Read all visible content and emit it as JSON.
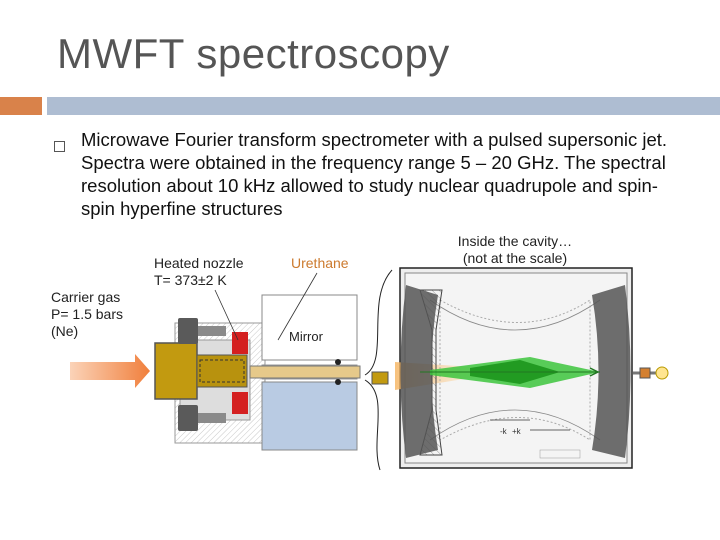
{
  "slide": {
    "title": "MWFT spectroscopy",
    "bullet": "Microwave Fourier transform spectrometer with a pulsed supersonic jet. Spectra were obtained in the frequency range 5 – 20 GHz. The spectral resolution about 10 kHz allowed to study nuclear quadrupole and spin-spin hyperfine structures"
  },
  "diagram": {
    "carrier_gas": "Carrier gas\nP= 1.5 bars\n(Ne)",
    "nozzle": "Heated nozzle\nT= 373±2 K",
    "urethane": "Urethane",
    "mirror": "Mirror",
    "cavity": "Inside the cavity…\n(not at the scale)",
    "wave_labels": {
      "k_minus": "-k",
      "k_plus": "+k"
    }
  },
  "colors": {
    "accent": "#d9824a",
    "bar": "#aebdd2",
    "title": "#555555",
    "urethane_label": "#cc7a2e",
    "arrow": "#f07f3c",
    "green_beam": "#3cc43c"
  }
}
